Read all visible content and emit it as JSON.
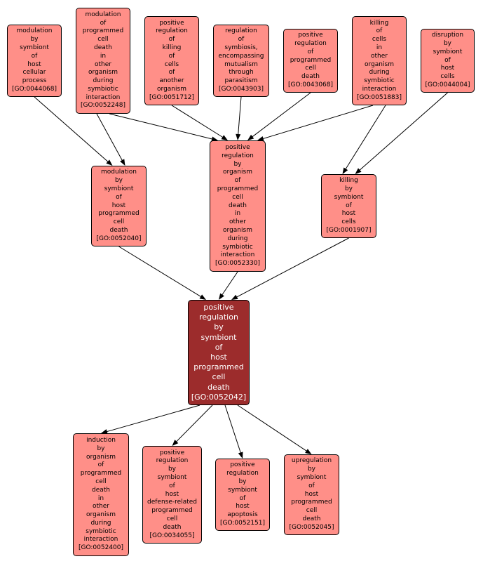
{
  "colors": {
    "node_fill": "#ff8f88",
    "focus_fill": "#9c2c2c",
    "focus_text": "#ffffff",
    "border": "#000000",
    "edge": "#000000"
  },
  "nodes": {
    "n44068": {
      "lines": [
        "modulation",
        "by",
        "symbiont",
        "of",
        "host",
        "cellular",
        "process",
        "[GO:0044068]"
      ]
    },
    "n52248": {
      "lines": [
        "modulation",
        "of",
        "programmed",
        "cell",
        "death",
        "in",
        "other",
        "organism",
        "during",
        "symbiotic",
        "interaction",
        "[GO:0052248]"
      ]
    },
    "n51712": {
      "lines": [
        "positive",
        "regulation",
        "of",
        "killing",
        "of",
        "cells",
        "of",
        "another",
        "organism",
        "[GO:0051712]"
      ]
    },
    "n43903": {
      "lines": [
        "regulation",
        "of",
        "symbiosis,",
        "encompassing",
        "mutualism",
        "through",
        "parasitism",
        "[GO:0043903]"
      ]
    },
    "n43068": {
      "lines": [
        "positive",
        "regulation",
        "of",
        "programmed",
        "cell",
        "death",
        "[GO:0043068]"
      ]
    },
    "n51883": {
      "lines": [
        "killing",
        "of",
        "cells",
        "in",
        "other",
        "organism",
        "during",
        "symbiotic",
        "interaction",
        "[GO:0051883]"
      ]
    },
    "n44004": {
      "lines": [
        "disruption",
        "by",
        "symbiont",
        "of",
        "host",
        "cells",
        "[GO:0044004]"
      ]
    },
    "n52040": {
      "lines": [
        "modulation",
        "by",
        "symbiont",
        "of",
        "host",
        "programmed",
        "cell",
        "death",
        "[GO:0052040]"
      ]
    },
    "n52330": {
      "lines": [
        "positive",
        "regulation",
        "by",
        "organism",
        "of",
        "programmed",
        "cell",
        "death",
        "in",
        "other",
        "organism",
        "during",
        "symbiotic",
        "interaction",
        "[GO:0052330]"
      ]
    },
    "n01907": {
      "lines": [
        "killing",
        "by",
        "symbiont",
        "of",
        "host",
        "cells",
        "[GO:0001907]"
      ]
    },
    "n52042": {
      "lines": [
        "positive",
        "regulation",
        "by",
        "symbiont",
        "of",
        "host",
        "programmed",
        "cell",
        "death",
        "[GO:0052042]"
      ]
    },
    "n52400": {
      "lines": [
        "induction",
        "by",
        "organism",
        "of",
        "programmed",
        "cell",
        "death",
        "in",
        "other",
        "organism",
        "during",
        "symbiotic",
        "interaction",
        "[GO:0052400]"
      ]
    },
    "n34055": {
      "lines": [
        "positive",
        "regulation",
        "by",
        "symbiont",
        "of",
        "host",
        "defense-related",
        "programmed",
        "cell",
        "death",
        "[GO:0034055]"
      ]
    },
    "n52151": {
      "lines": [
        "positive",
        "regulation",
        "by",
        "symbiont",
        "of",
        "host",
        "apoptosis",
        "[GO:0052151]"
      ]
    },
    "n52045": {
      "lines": [
        "upregulation",
        "by",
        "symbiont",
        "of",
        "host",
        "programmed",
        "cell",
        "death",
        "[GO:0052045]"
      ]
    }
  },
  "edges": [
    [
      "n44068",
      "n52040"
    ],
    [
      "n52248",
      "n52040"
    ],
    [
      "n52248",
      "n52330"
    ],
    [
      "n51712",
      "n52330"
    ],
    [
      "n43903",
      "n52330"
    ],
    [
      "n43068",
      "n52330"
    ],
    [
      "n51883",
      "n52330"
    ],
    [
      "n51883",
      "n01907"
    ],
    [
      "n44004",
      "n01907"
    ],
    [
      "n52040",
      "n52042"
    ],
    [
      "n52330",
      "n52042"
    ],
    [
      "n01907",
      "n52042"
    ],
    [
      "n52042",
      "n52400"
    ],
    [
      "n52042",
      "n34055"
    ],
    [
      "n52042",
      "n52151"
    ],
    [
      "n52042",
      "n52045"
    ]
  ]
}
